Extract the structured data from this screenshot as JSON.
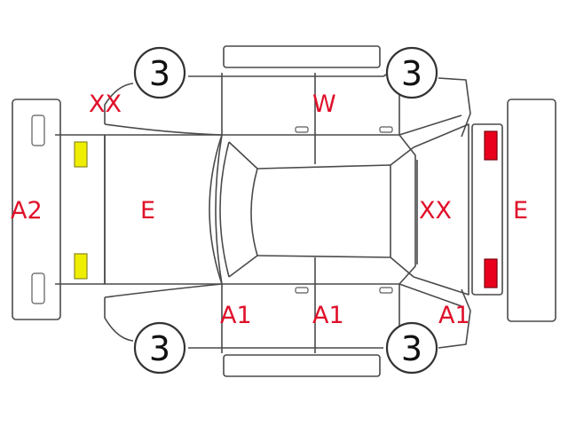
{
  "colors": {
    "mark_text": "#e0102a",
    "line": "#4a4a4a",
    "lamp_front": "#f0ee00",
    "lamp_rear": "#e8001c"
  },
  "marks": {
    "front_bumper": "A2",
    "hood": "E",
    "front_left_fender": "XX",
    "roof_side": "W",
    "rear_glass": "XX",
    "rear_bumper": "E",
    "front_right_door_a": "A1",
    "front_right_door_b": "A1",
    "rear_right_fender": "A1"
  },
  "tires": {
    "front_left": "3",
    "rear_left": "3",
    "front_right": "3",
    "rear_right": "3"
  }
}
